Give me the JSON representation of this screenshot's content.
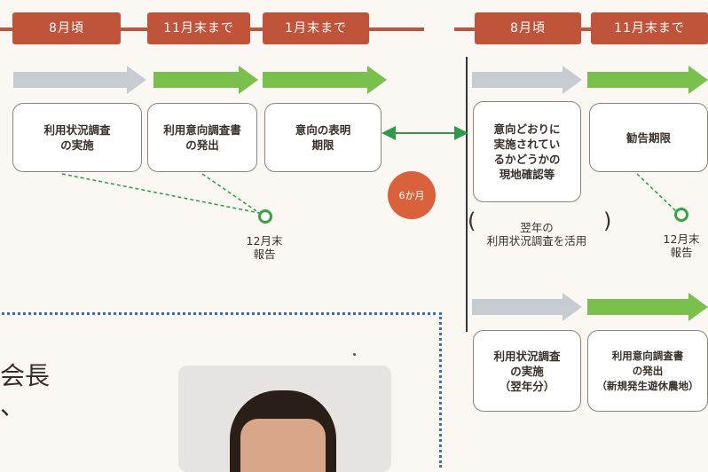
{
  "timeline": {
    "tags": [
      "8月頃",
      "11月末まで",
      "1月末まで",
      "8月頃",
      "11月末まで"
    ]
  },
  "boxes": {
    "survey": "利用状況調査\nの実施",
    "intention_issue": "利用意向調査書\nの発出",
    "intention_deadline": "意向の表明\n期限",
    "site_check": "意向どおりに\n実施されてい\nるかどうかの\n現地確認等",
    "recommend_deadline": "勧告期限",
    "survey_next": "利用状況調査\nの実施\n（翌年分）",
    "intention_issue_new": "利用意向調査書\nの発出\n（新規発生遊休農地）"
  },
  "badge_6months": "6か月",
  "report_note_1": "12月末\n報告",
  "report_note_2": "12月末\n報告",
  "next_year_note": "翌年の\n利用状況調査を活用",
  "person_title": "会長\n、"
}
